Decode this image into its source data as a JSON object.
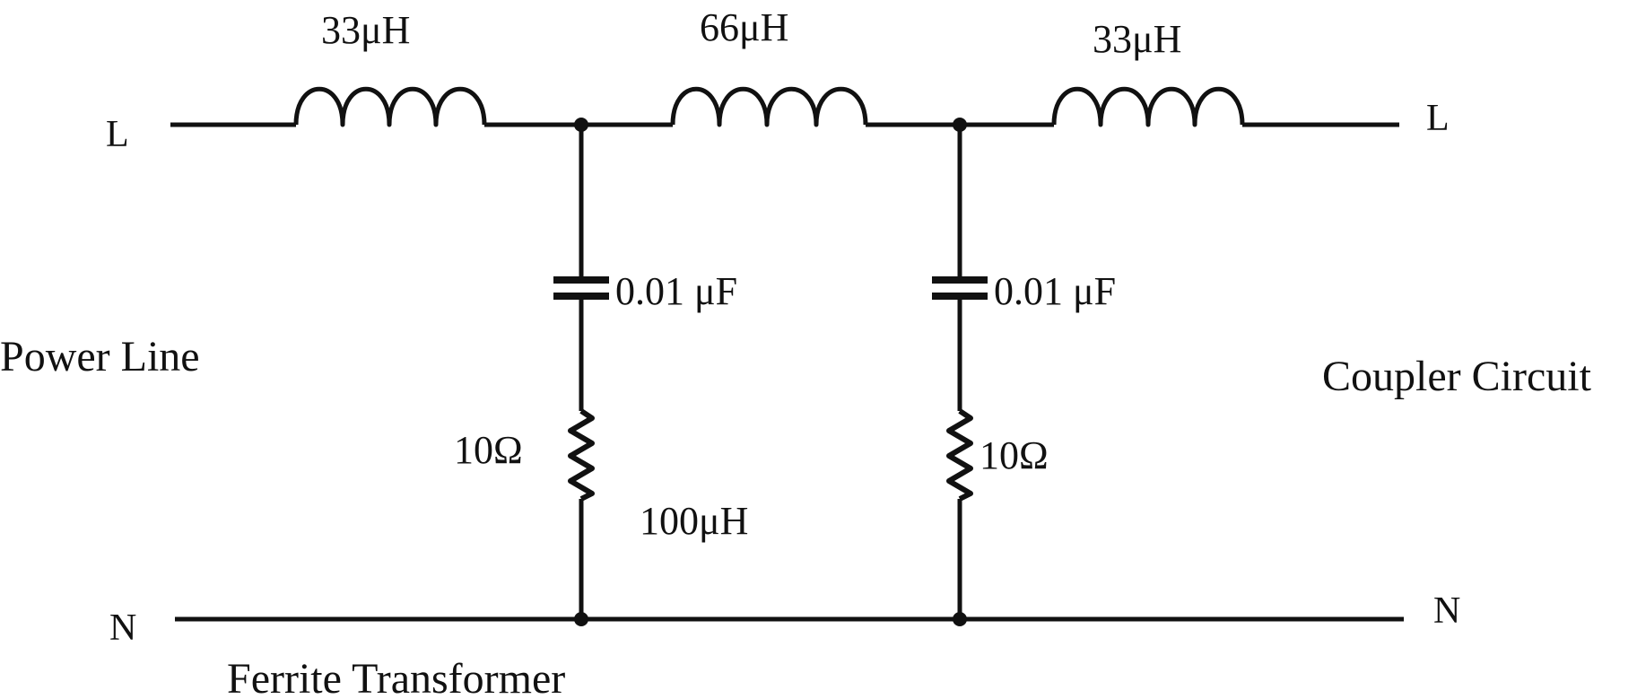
{
  "diagram": {
    "inductors": {
      "left": "33μH",
      "middle": "66μH",
      "right": "33μH"
    },
    "capacitors": {
      "left": "0.01 μF",
      "right": "0.01 μF"
    },
    "resistors": {
      "left": "10Ω",
      "right": "10Ω"
    },
    "inductor_100": "100μH",
    "terminals": {
      "left_top": "L",
      "right_top": "L",
      "left_bottom": "N",
      "right_bottom": "N"
    },
    "sides": {
      "left": "Power Line",
      "right": "Coupler Circuit",
      "bottom": "Ferrite Transformer"
    }
  }
}
